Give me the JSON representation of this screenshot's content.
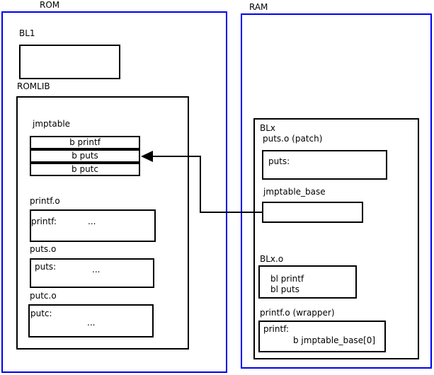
{
  "rom": {
    "label": "ROM",
    "bl1_label": "BL1",
    "romlib_label": "ROMLIB",
    "jmptable": {
      "label": "jmptable",
      "rows": [
        "b printf",
        "b puts",
        "b putc"
      ]
    },
    "printf_o": {
      "label": "printf.o",
      "entry": "printf:",
      "ellipsis": "..."
    },
    "puts_o": {
      "label": "puts.o",
      "entry": "puts:",
      "ellipsis": "..."
    },
    "putc_o": {
      "label": "putc.o",
      "entry": "putc:",
      "ellipsis": "..."
    }
  },
  "ram": {
    "label": "RAM",
    "blx": {
      "label": "BLx",
      "puts_patch": {
        "label": "puts.o (patch)",
        "entry": "puts:"
      },
      "jmptable_base_label": "jmptable_base",
      "blx_o": {
        "label": "BLx.o",
        "lines": [
          "bl printf",
          "bl puts"
        ]
      },
      "printf_wrapper": {
        "label": "printf.o (wrapper)",
        "entry": "printf:",
        "branch": "b jmptable_base[0]"
      }
    }
  },
  "colors": {
    "region_border": "#0000ee",
    "box_border": "#000000",
    "arrow": "#000000"
  }
}
